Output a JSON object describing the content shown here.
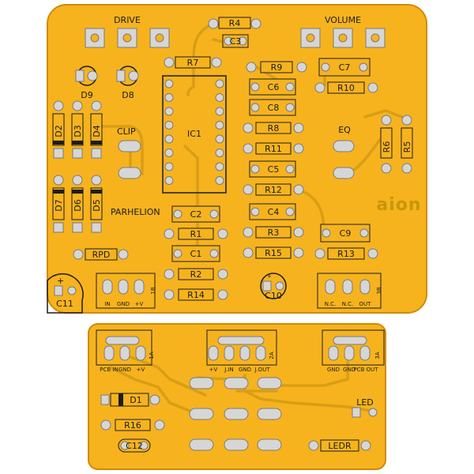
{
  "colors": {
    "board": "#f6b31e",
    "board_edge": "#d08a00",
    "trace": "#d89e15",
    "pad": "#d6d6d6",
    "pad_edge": "#7a7a7a",
    "silk": "#1c1c1c"
  },
  "main_board": {
    "project_name": "PARHELION",
    "logo_text": "aion",
    "pot_labels": {
      "drive": "DRIVE",
      "volume": "VOLUME"
    },
    "components": {
      "r4": "R4",
      "c3": "C3",
      "r7": "R7",
      "r9": "R9",
      "c7": "C7",
      "c6": "C6",
      "r10": "R10",
      "c8": "C8",
      "r8": "R8",
      "r11": "R11",
      "c5": "C5",
      "r12": "R12",
      "c4": "C4",
      "c2": "C2",
      "r1": "R1",
      "r3": "R3",
      "c9": "C9",
      "c1": "C1",
      "r15": "R15",
      "r13": "R13",
      "r2": "R2",
      "r14": "R14",
      "c10": "C10",
      "c11": "C11",
      "rpd": "RPD",
      "ic1": "IC1",
      "d9": "D9",
      "d8": "D8",
      "d1": "D2",
      "d2": "D3",
      "d3": "D4",
      "d4": "D7",
      "d5": "D6",
      "d6": "D5",
      "r6": "R6",
      "r5": "R5",
      "clip": "CLIP",
      "eq": "EQ"
    },
    "connector_left": {
      "id": "1B",
      "pins": [
        "IN",
        "GND",
        "+V"
      ]
    },
    "connector_right": {
      "id": "3B",
      "pins": [
        "N.C.",
        "N.C.",
        "OUT"
      ]
    }
  },
  "bottom_board": {
    "connector_1a": {
      "id": "1A",
      "pins": [
        "PCB IN",
        "GND",
        "+V"
      ]
    },
    "connector_2a": {
      "id": "2A",
      "pins": [
        "+V",
        "J.IN",
        "GND",
        "J.OUT"
      ]
    },
    "connector_3a": {
      "id": "3A",
      "pins": [
        "GND",
        "GND",
        "PCB OUT"
      ]
    },
    "components": {
      "d1": "D1",
      "r16": "R16",
      "c12": "C12",
      "ledr": "LEDR",
      "led": "LED"
    }
  }
}
